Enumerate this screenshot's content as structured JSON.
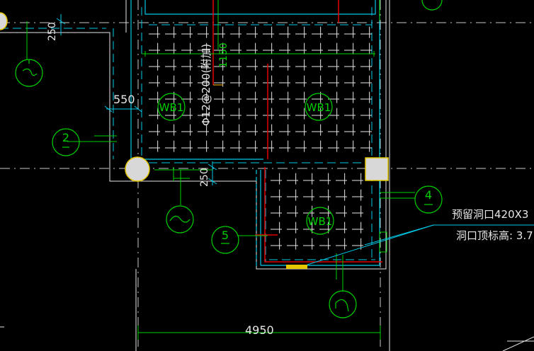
{
  "colors": {
    "background": "#000000",
    "gridline": "#c8c8c8",
    "slab_edge": "#00c8e6",
    "rebar": "#e6e6e6",
    "annotation": "#00d000",
    "hole": "#e60000",
    "column": "#c8c8c8",
    "column_fill": "#d8d8d8"
  },
  "dimensions": {
    "top_left": "250",
    "left_offset": "550",
    "bottom_mid": "250",
    "bottom_span": "4950",
    "rebar_segment": "1150"
  },
  "rebar_label": "Φ12@200(附加)",
  "slabs": [
    {
      "label": "WB1"
    },
    {
      "label": "WB1"
    },
    {
      "label": "WB1"
    }
  ],
  "axis_bubbles": [
    {
      "id": "bubble-left-top",
      "icon": "axis-bubble-icon"
    },
    {
      "id": "bubble-2",
      "label": "2"
    },
    {
      "id": "bubble-left-bottom",
      "icon": "axis-bubble-icon"
    },
    {
      "id": "bubble-5",
      "label": "5"
    },
    {
      "id": "bubble-4",
      "label": "4"
    },
    {
      "id": "bubble-bottom",
      "icon": "axis-bubble-icon"
    }
  ],
  "notes": {
    "hole_note_line1": "预留洞口420X3",
    "hole_note_line2": "洞口顶标高: 3.7"
  }
}
